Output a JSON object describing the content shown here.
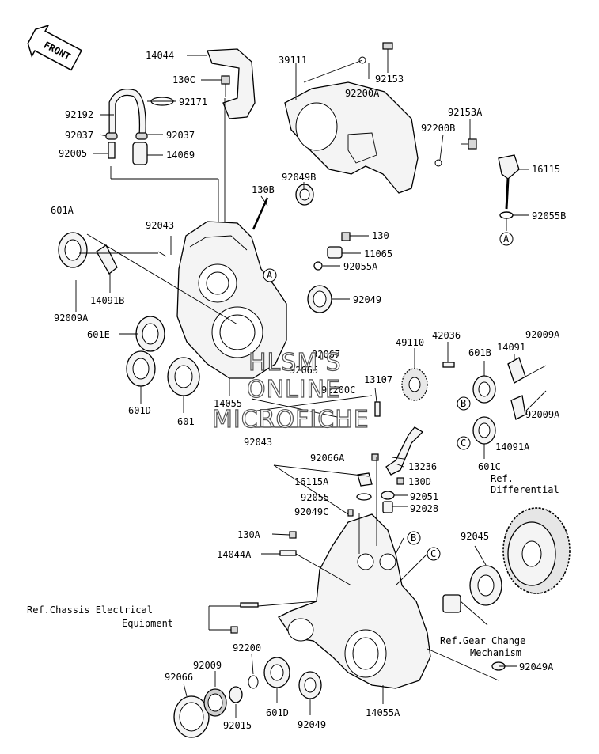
{
  "front_badge": "FRONT",
  "watermark": [
    "HLSM'S",
    "ONLINE",
    "MICROFICHE"
  ],
  "labels": {
    "p14044": "14044",
    "p130C": "130C",
    "p39111": "39111",
    "p92153": "92153",
    "p92200A": "92200A",
    "p92192": "92192",
    "p92171": "92171",
    "p92037a": "92037",
    "p92037b": "92037",
    "p92005": "92005",
    "p14069": "14069",
    "p92153A": "92153A",
    "p92200B": "92200B",
    "p16115": "16115",
    "p92055B": "92055B",
    "p130B": "130B",
    "p92049B": "92049B",
    "p601A": "601A",
    "p92043a": "92043",
    "p130": "130",
    "p11065": "11065",
    "p92055A": "92055A",
    "p14091B": "14091B",
    "p92009Aa": "92009A",
    "p92049a": "92049",
    "p601E": "601E",
    "p92067": "92067",
    "p92065": "92065",
    "p49110": "49110",
    "p42036": "42036",
    "p601B": "601B",
    "p14091": "14091",
    "p92009Ab": "92009A",
    "p601D": "601D",
    "p601": "601",
    "p14055": "14055",
    "p92200C": "92200C",
    "p13107": "13107",
    "p92009Ac": "92009A",
    "p92043b": "92043",
    "p14091A": "14091A",
    "p601C": "601C",
    "p92066A": "92066A",
    "p13236": "13236",
    "p16115A": "16115A",
    "p130D": "130D",
    "p92055": "92055",
    "p92051": "92051",
    "p92049C": "92049C",
    "p92028": "92028",
    "p130A": "130A",
    "p14044A": "14044A",
    "p92045": "92045",
    "p92200": "92200",
    "p92009": "92009",
    "p92066": "92066",
    "p92015": "92015",
    "p601Db": "601D",
    "p92049b": "92049",
    "p14055A": "14055A",
    "p92049A": "92049A"
  },
  "refs": {
    "differential_line1": "Ref.",
    "differential_line2": "Differential",
    "chassis_line1": "Ref.Chassis Electrical",
    "chassis_line2": "Equipment",
    "gear_line1": "Ref.Gear Change",
    "gear_line2": "Mechanism"
  },
  "callouts": {
    "A": "A",
    "B": "B",
    "C": "C"
  }
}
